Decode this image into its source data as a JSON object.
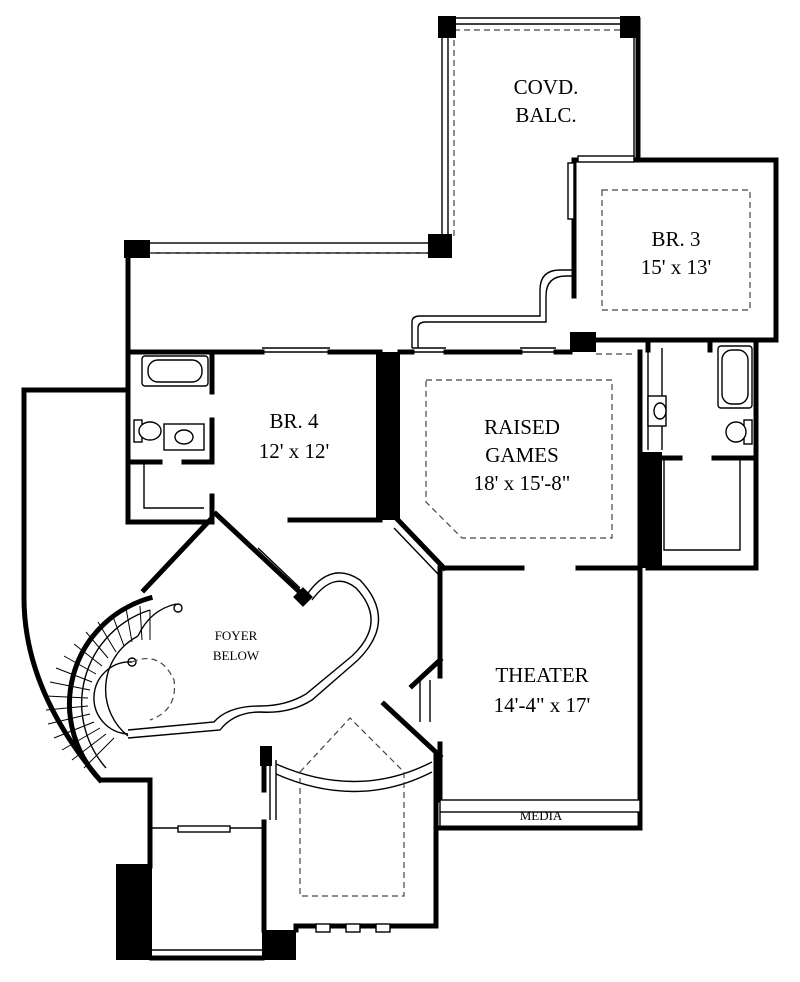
{
  "rooms": {
    "balcony": {
      "line1": "COVD.",
      "line2": "BALC."
    },
    "br3": {
      "name": "BR. 3",
      "size": "15' x 13'"
    },
    "br4": {
      "name": "BR. 4",
      "size": "12' x 12'"
    },
    "games": {
      "line1": "RAISED",
      "line2": "GAMES",
      "size": "18' x 15'-8\""
    },
    "foyer": {
      "line1": "FOYER",
      "line2": "BELOW"
    },
    "theater": {
      "name": "THEATER",
      "size": "14'-4\" x 17'"
    },
    "media": {
      "name": "MEDIA"
    }
  }
}
